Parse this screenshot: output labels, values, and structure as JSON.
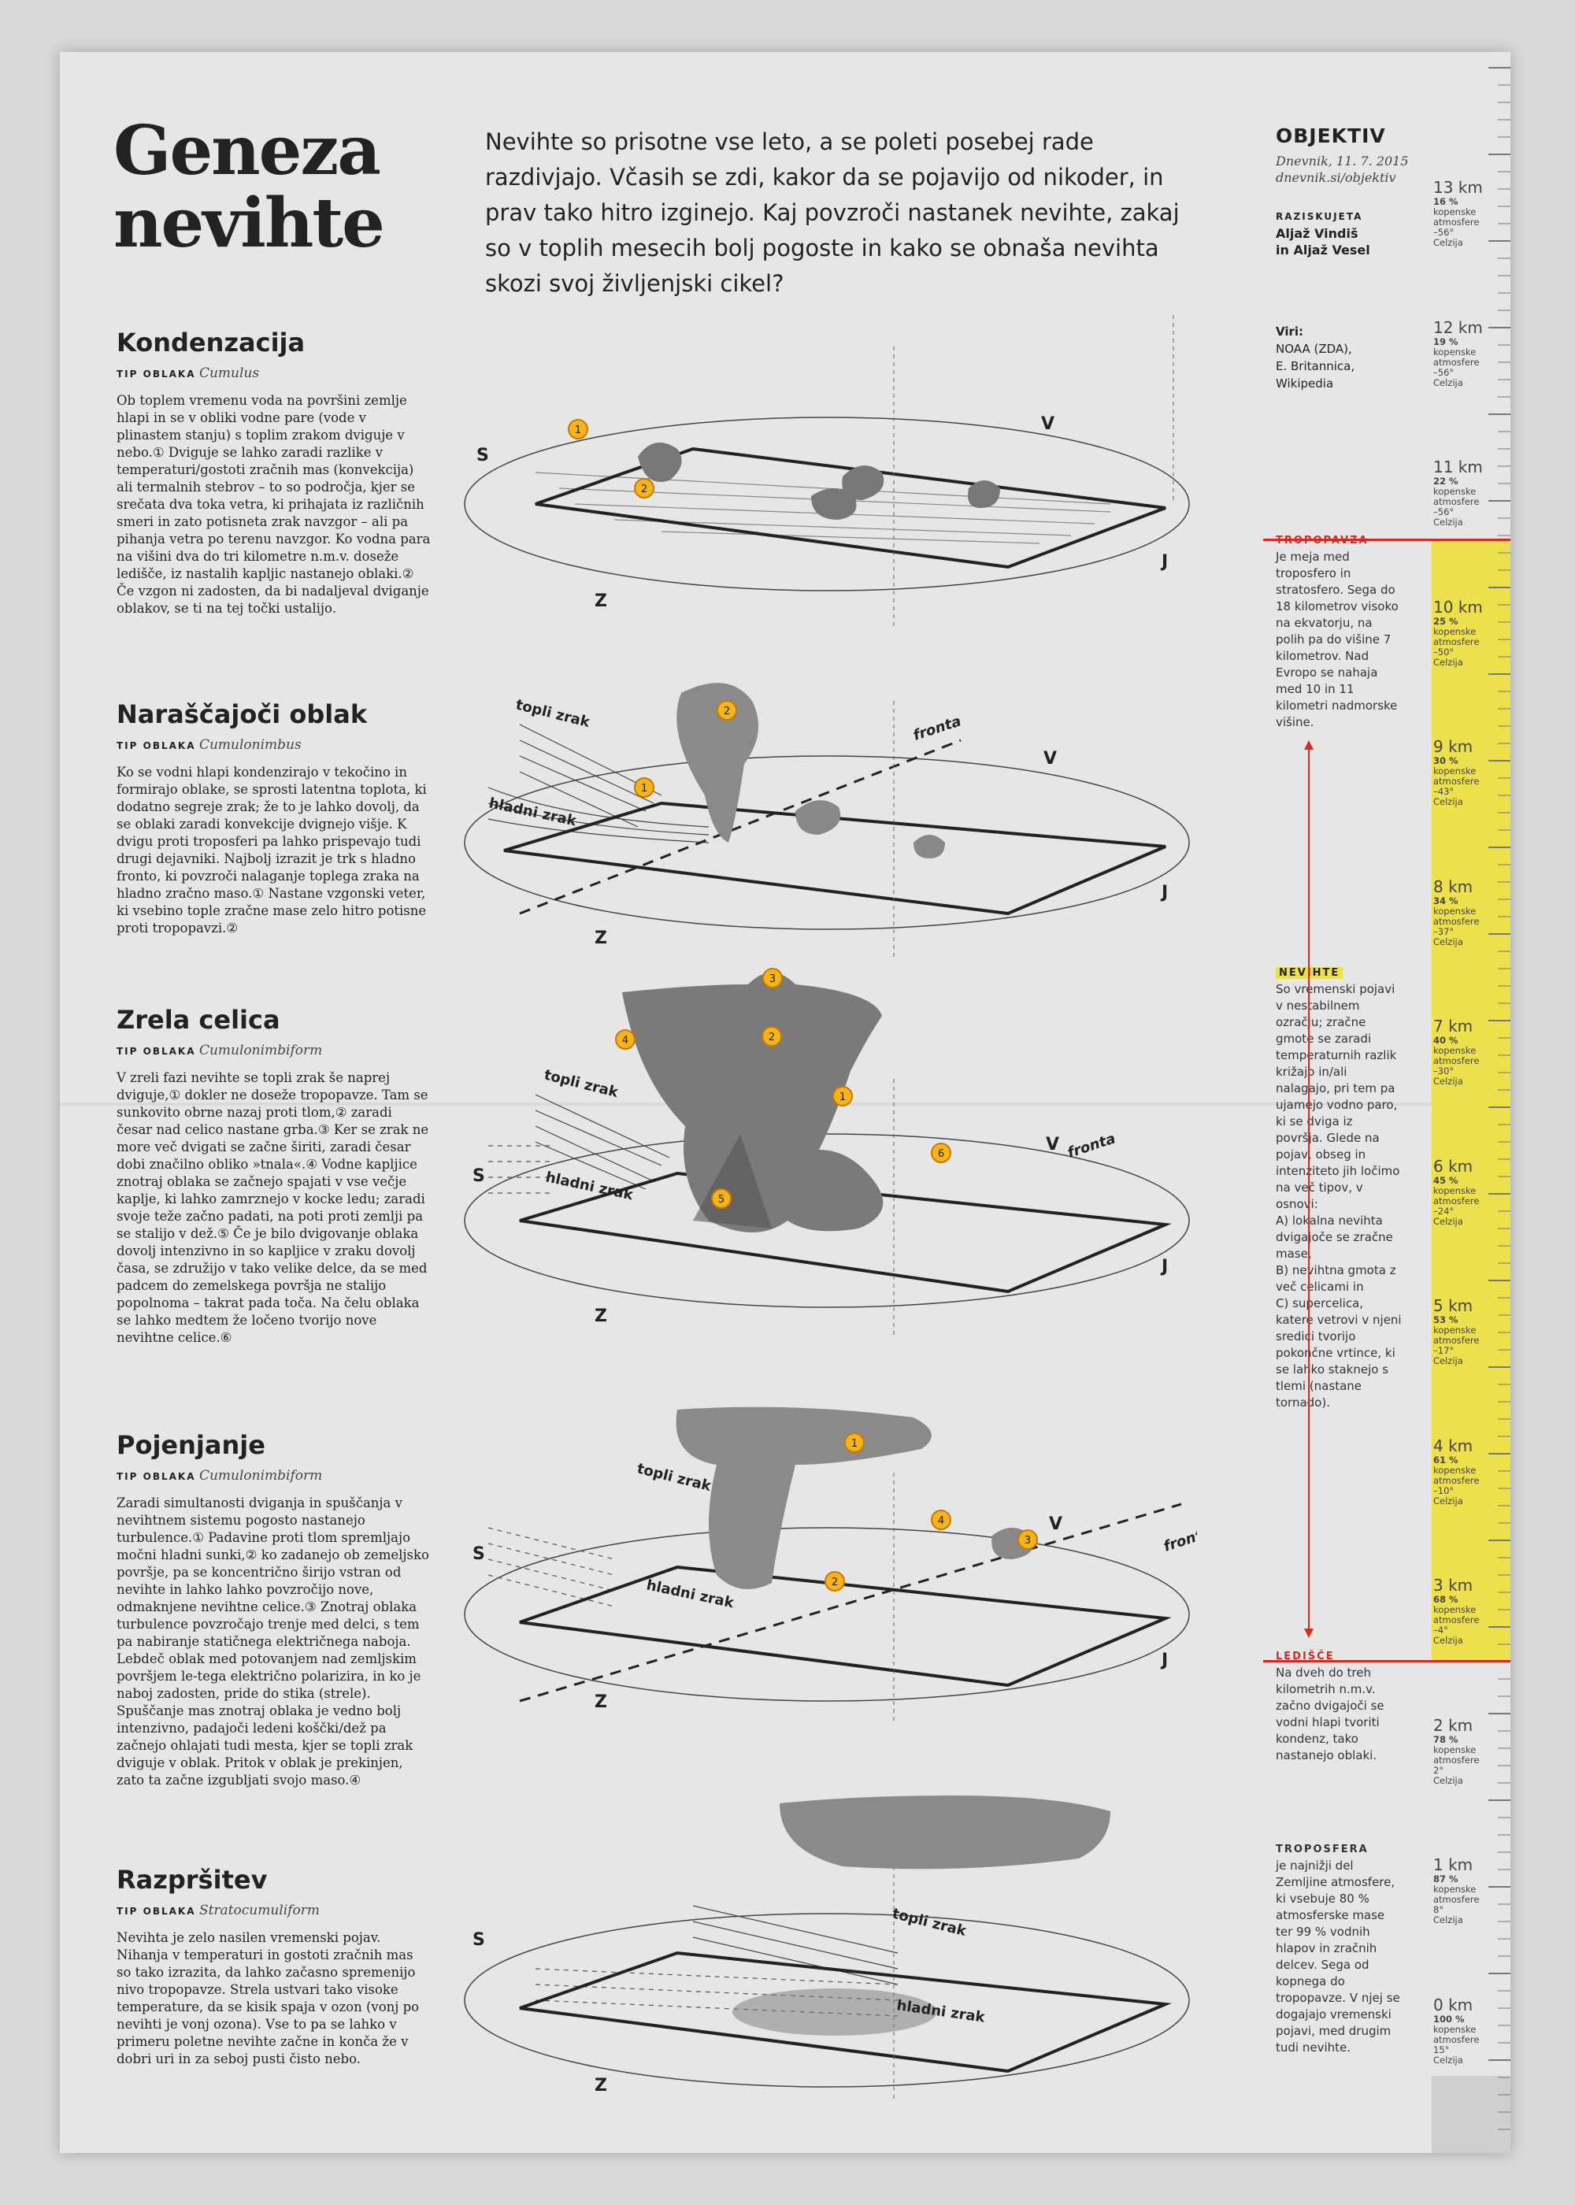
{
  "header": {
    "title_line1": "Geneza",
    "title_line2": "nevihte",
    "intro": "Nevihte so prisotne vse leto, a se poleti posebej rade razdivjajo. Včasih se zdi, kakor da se pojavijo od nikoder, in prav tako hitro izginejo. Kaj povzroči nastanek nevihte, zakaj so v toplih mesecih bolj pogoste in kako se obnaša nevihta skozi svoj življenjski cikel?",
    "brand": "OBJEKTIV",
    "brand_date": "Dnevnik, 11. 7. 2015",
    "brand_url": "dnevnik.si/objektiv",
    "research_label": "RAZISKUJETA",
    "research_names_1": "Aljaž Vindiš",
    "research_names_2": "in Aljaž Vesel",
    "sources_label": "Viri:",
    "sources_1": "NOAA (ZDA),",
    "sources_2": "E. Britannica,",
    "sources_3": "Wikipedia"
  },
  "sections": [
    {
      "title": "Kondenzacija",
      "type_label": "TIP OBLAKA",
      "type_value": "Cumulus",
      "text": "Ob toplem vremenu voda na površini zemlje hlapi in se v obliki vodne pare (vode v plinastem stanju) s toplim zrakom dviguje v nebo.① Dviguje se lahko zaradi razlike v temperaturi/gostoti zračnih mas (konvekcija) ali termalnih stebrov – to so področja, kjer se srečata dva toka vetra, ki prihajata iz različnih smeri in zato potisneta zrak navzgor – ali pa pihanja vetra po terenu navzgor. Ko vodna para na višini dva do tri kilometre n.m.v. doseže ledišče, iz nastalih kapljic nastanejo oblaki.② Če vzgon ni zadosten, da bi nadaljeval dviganje oblakov, se ti na tej točki ustalijo."
    },
    {
      "title": "Naraščajoči oblak",
      "type_label": "TIP OBLAKA",
      "type_value": "Cumulonimbus",
      "text": "Ko se vodni hlapi kondenzirajo v tekočino in formirajo oblake, se sprosti latentna toplota, ki dodatno segreje zrak; že to je lahko dovolj, da se oblaki zaradi konvekcije dvignejo višje. K dvigu proti troposferi pa lahko prispevajo tudi drugi dejavniki. Najbolj izrazit je trk s hladno fronto, ki povzroči nalaganje toplega zraka na hladno zračno maso.① Nastane vzgonski veter, ki vsebino tople zračne mase zelo hitro potisne proti tropopavzi.②"
    },
    {
      "title": "Zrela celica",
      "type_label": "TIP OBLAKA",
      "type_value": "Cumulonimbiform",
      "text": "V zreli fazi nevihte se topli zrak še naprej dviguje,① dokler ne doseže tropopavze. Tam se sunkovito obrne nazaj proti tlom,② zaradi česar nad celico nastane grba.③ Ker se zrak ne more več dvigati se začne širiti, zaradi česar dobi značilno obliko »tnala«.④ Vodne kapljice znotraj oblaka se začnejo spajati v vse večje kaplje, ki lahko zamrznejo v kocke ledu; zaradi svoje teže začno padati, na poti proti zemlji pa se stalijo v dež.⑤ Če je bilo dvigovanje oblaka dovolj intenzivno in so kapljice v zraku dovolj časa, se združijo v tako velike delce, da se med padcem do zemelskega površja ne stalijo popolnoma – takrat pada toča. Na čelu oblaka se lahko medtem že ločeno tvorijo nove nevihtne celice.⑥"
    },
    {
      "title": "Pojenjanje",
      "type_label": "TIP OBLAKA",
      "type_value": "Cumulonimbiform",
      "text": "Zaradi simultanosti dviganja in spuščanja v nevihtnem sistemu pogosto nastanejo turbulence.① Padavine proti tlom spremljajo močni hladni sunki,② ko zadanejo ob zemeljsko površje, pa se koncentrično širijo vstran od nevihte in lahko lahko povzročijo nove, odmaknjene nevihtne celice.③ Znotraj oblaka turbulence povzročajo trenje med delci, s tem pa nabiranje statičnega električnega naboja. Lebdeč oblak med potovanjem nad zemljskim površjem le-tega električno polarizira, in ko je naboj zadosten, pride do stika (strele). Spuščanje mas znotraj oblaka je vedno bolj intenzivno, padajoči ledeni koščki/dež pa začnejo ohlajati tudi mesta, kjer se topli zrak dviguje v oblak. Pritok v oblak je prekinjen, zato ta začne izgubljati svojo maso.④"
    },
    {
      "title": "Razpršitev",
      "type_label": "TIP OBLAKA",
      "type_value": "Stratocumuliform",
      "text": "Nevihta je zelo nasilen vremenski pojav. Nihanja v temperaturi in gostoti zračnih mas so tako izrazita, da lahko začasno spremenijo nivo tropopavze. Strela ustvari tako visoke temperature, da se kisik spaja v ozon (vonj po nevihti je vonj ozona). Vse to pa se lahko v primeru poletne nevihte začne in konča že v dobri uri in za seboj pusti čisto nebo."
    }
  ],
  "diagram_labels": {
    "S": "S",
    "V": "V",
    "J": "J",
    "Z": "Z",
    "topli_zrak": "topli zrak",
    "hladni_zrak": "hladni zrak",
    "fronta": "fronta",
    "n1": "1",
    "n2": "2",
    "n3": "3",
    "n4": "4",
    "n5": "5",
    "n6": "6"
  },
  "side_notes": {
    "tropopavza_title": "TROPOPAVZA",
    "tropopavza_text": "Je meja med troposfero in stratosfero. Sega do 18 kilometrov visoko na ekvatorju, na polih pa do višine 7 kilometrov. Nad Evropo se nahaja med 10 in 11 kilometri nadmorske višine.",
    "nevihte_title": "NEVIHTE",
    "nevihte_text_1": "So vremenski pojavi v nestabilnem ozračju; zračne gmote se zaradi temperaturnih razlik križajo in/ali nalagajo, pri tem pa ujamejo vodno paro, ki se dviga iz površja. Glede na pojav, obseg in intenziteto jih ločimo na več tipov, v osnovi:",
    "nevihte_text_2": "A) lokalna nevihta dvigajoče se zračne mase,",
    "nevihte_text_3": "B) nevihtna gmota z več celicami in",
    "nevihte_text_4": "C) supercelica, katere vetrovi v njeni sredici tvorijo pokončne vrtince, ki se lahko staknejo s tlemi (nastane tornado).",
    "ledisce_title": "LEDIŠČE",
    "ledisce_text": "Na dveh do treh kilometrih n.m.v. začno dvigajoči se vodni hlapi tvoriti kondenz, tako nastanejo oblaki.",
    "troposfera_title": "TROPOSFERA",
    "troposfera_text": "je najnižji del Zemljine atmosfere, ki vsebuje 80 % atmosferske mase ter 99 % vodnih hlapov in zračnih delcev. Sega od kopnega do tropopavze. V njej se dogajajo vremenski pojavi, med drugim tudi nevihte."
  },
  "scale": [
    {
      "km": "13 km",
      "pct": "16 %",
      "t": "–56°"
    },
    {
      "km": "12 km",
      "pct": "19 %",
      "t": "–56°"
    },
    {
      "km": "11 km",
      "pct": "22 %",
      "t": "–56°"
    },
    {
      "km": "10 km",
      "pct": "25 %",
      "t": "–50°"
    },
    {
      "km": "9 km",
      "pct": "30 %",
      "t": "–43°"
    },
    {
      "km": "8 km",
      "pct": "34 %",
      "t": "–37°"
    },
    {
      "km": "7 km",
      "pct": "40 %",
      "t": "–30°"
    },
    {
      "km": "6 km",
      "pct": "45 %",
      "t": "–24°"
    },
    {
      "km": "5 km",
      "pct": "53 %",
      "t": "–17°"
    },
    {
      "km": "4 km",
      "pct": "61 %",
      "t": "–10°"
    },
    {
      "km": "3 km",
      "pct": "68 %",
      "t": "–4°"
    },
    {
      "km": "2 km",
      "pct": "78 %",
      "t": "2°"
    },
    {
      "km": "1 km",
      "pct": "87 %",
      "t": "8°"
    },
    {
      "km": "0 km",
      "pct": "100 %",
      "t": "15°"
    }
  ],
  "scale_unit_1": "kopenske",
  "scale_unit_2": "atmosfere",
  "scale_unit_3": "Celzija",
  "colors": {
    "accent_red": "#d32c24",
    "highlight_yellow": "#ede04d",
    "badge_orange": "#f5b41e"
  }
}
